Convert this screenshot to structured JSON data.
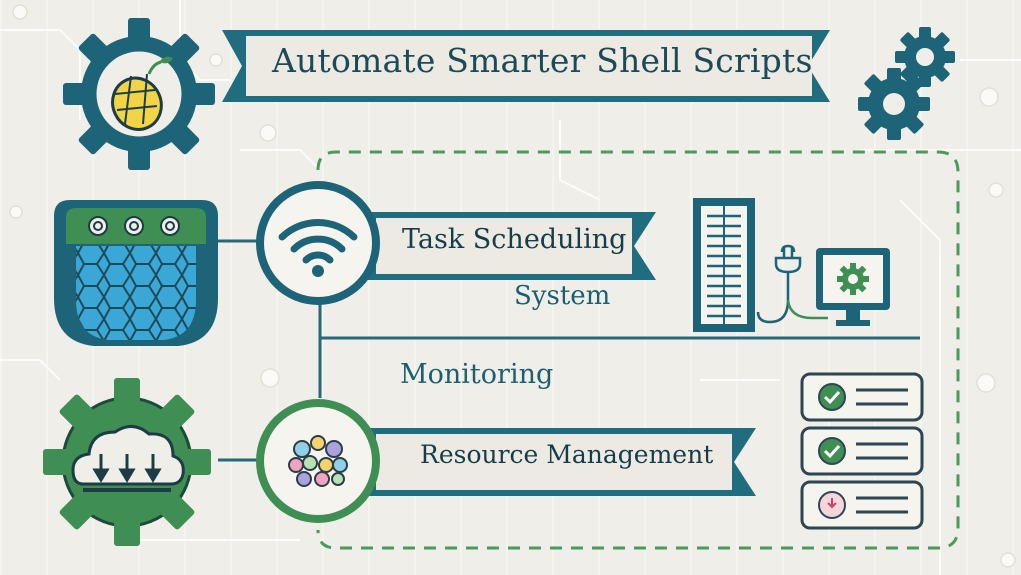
{
  "title": "Automate Smarter Shell Scripts",
  "labels": {
    "task_scheduling": "Task Scheduling",
    "system": "System",
    "monitoring": "Monitoring",
    "resource_management": "Resource Management"
  },
  "icons": {
    "top_left": "gear-hop-icon",
    "middle_left": "server-hexagon-icon",
    "bottom_left": "gear-cloud-icon",
    "wifi": "wifi-icon",
    "resource": "blob-network-icon",
    "top_right": "gears-icon",
    "rack": "server-rack-icon",
    "monitor": "monitor-gear-icon",
    "checklist": "checklist-icon"
  },
  "colors": {
    "teal_dark": "#1e6478",
    "teal_banner": "#216d80",
    "green": "#3f8e54",
    "background": "#efeee8",
    "yellow": "#f1d547"
  }
}
